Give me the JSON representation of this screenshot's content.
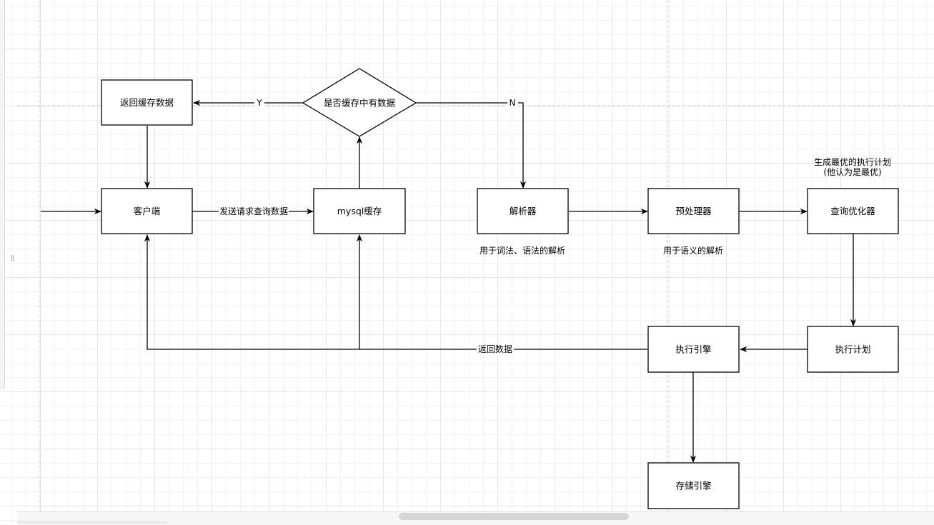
{
  "diagram": {
    "nodes": {
      "client": "客户端",
      "mysql_cache": "mysql缓存",
      "return_cache": "返回缓存数据",
      "decision": "是否缓存中有数据",
      "parser": "解析器",
      "preprocessor": "预处理器",
      "optimizer": "查询优化器",
      "exec_plan": "执行计划",
      "exec_engine": "执行引擎",
      "storage_engine": "存储引擎"
    },
    "edge_labels": {
      "send_request": "发送请求查询数据",
      "yes": "Y",
      "no": "N",
      "return_data": "返回数据"
    },
    "annotations": {
      "parser_note": "用于词法、语法的解析",
      "preprocessor_note": "用于语义的解析",
      "optimizer_note_line1": "生成最优的执行计划",
      "optimizer_note_line2": "(他认为是最优)"
    }
  },
  "ui": {
    "resize_handle_glyph": "||"
  },
  "colors": {
    "stroke": "#000000",
    "grid": "#e6e6e6",
    "guide": "#c8c8c8"
  }
}
